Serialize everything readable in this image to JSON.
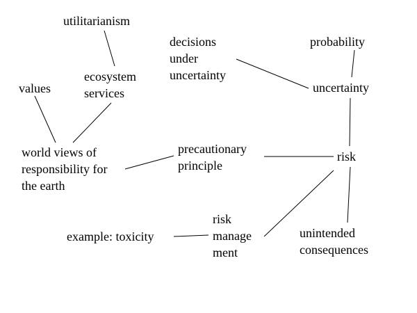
{
  "concept_map": {
    "nodes": [
      {
        "id": "utilitarianism",
        "lines": [
          "utilitarianism"
        ]
      },
      {
        "id": "ecosystem-services",
        "lines": [
          "ecosystem",
          "services"
        ]
      },
      {
        "id": "values",
        "lines": [
          "values"
        ]
      },
      {
        "id": "world-views",
        "lines": [
          "world views of",
          "responsibility for",
          "the earth"
        ]
      },
      {
        "id": "decisions-under-uncertainty",
        "lines": [
          "decisions",
          "under",
          "uncertainty"
        ]
      },
      {
        "id": "probability",
        "lines": [
          "probability"
        ]
      },
      {
        "id": "uncertainty",
        "lines": [
          "uncertainty"
        ]
      },
      {
        "id": "precautionary-principle",
        "lines": [
          "precautionary",
          "principle"
        ]
      },
      {
        "id": "risk",
        "lines": [
          "risk"
        ]
      },
      {
        "id": "risk-management",
        "lines": [
          "risk",
          "manage",
          "ment"
        ]
      },
      {
        "id": "example-toxicity",
        "lines": [
          "example: toxicity"
        ]
      },
      {
        "id": "unintended-consequences",
        "lines": [
          "unintended",
          "consequences"
        ]
      }
    ],
    "edges": [
      {
        "from": "utilitarianism",
        "to": "ecosystem-services"
      },
      {
        "from": "values",
        "to": "world-views"
      },
      {
        "from": "ecosystem-services",
        "to": "world-views"
      },
      {
        "from": "decisions-under-uncertainty",
        "to": "uncertainty"
      },
      {
        "from": "probability",
        "to": "uncertainty"
      },
      {
        "from": "uncertainty",
        "to": "risk"
      },
      {
        "from": "world-views",
        "to": "precautionary-principle"
      },
      {
        "from": "precautionary-principle",
        "to": "risk"
      },
      {
        "from": "risk",
        "to": "risk-management"
      },
      {
        "from": "risk-management",
        "to": "example-toxicity"
      },
      {
        "from": "risk",
        "to": "unintended-consequences"
      }
    ]
  }
}
